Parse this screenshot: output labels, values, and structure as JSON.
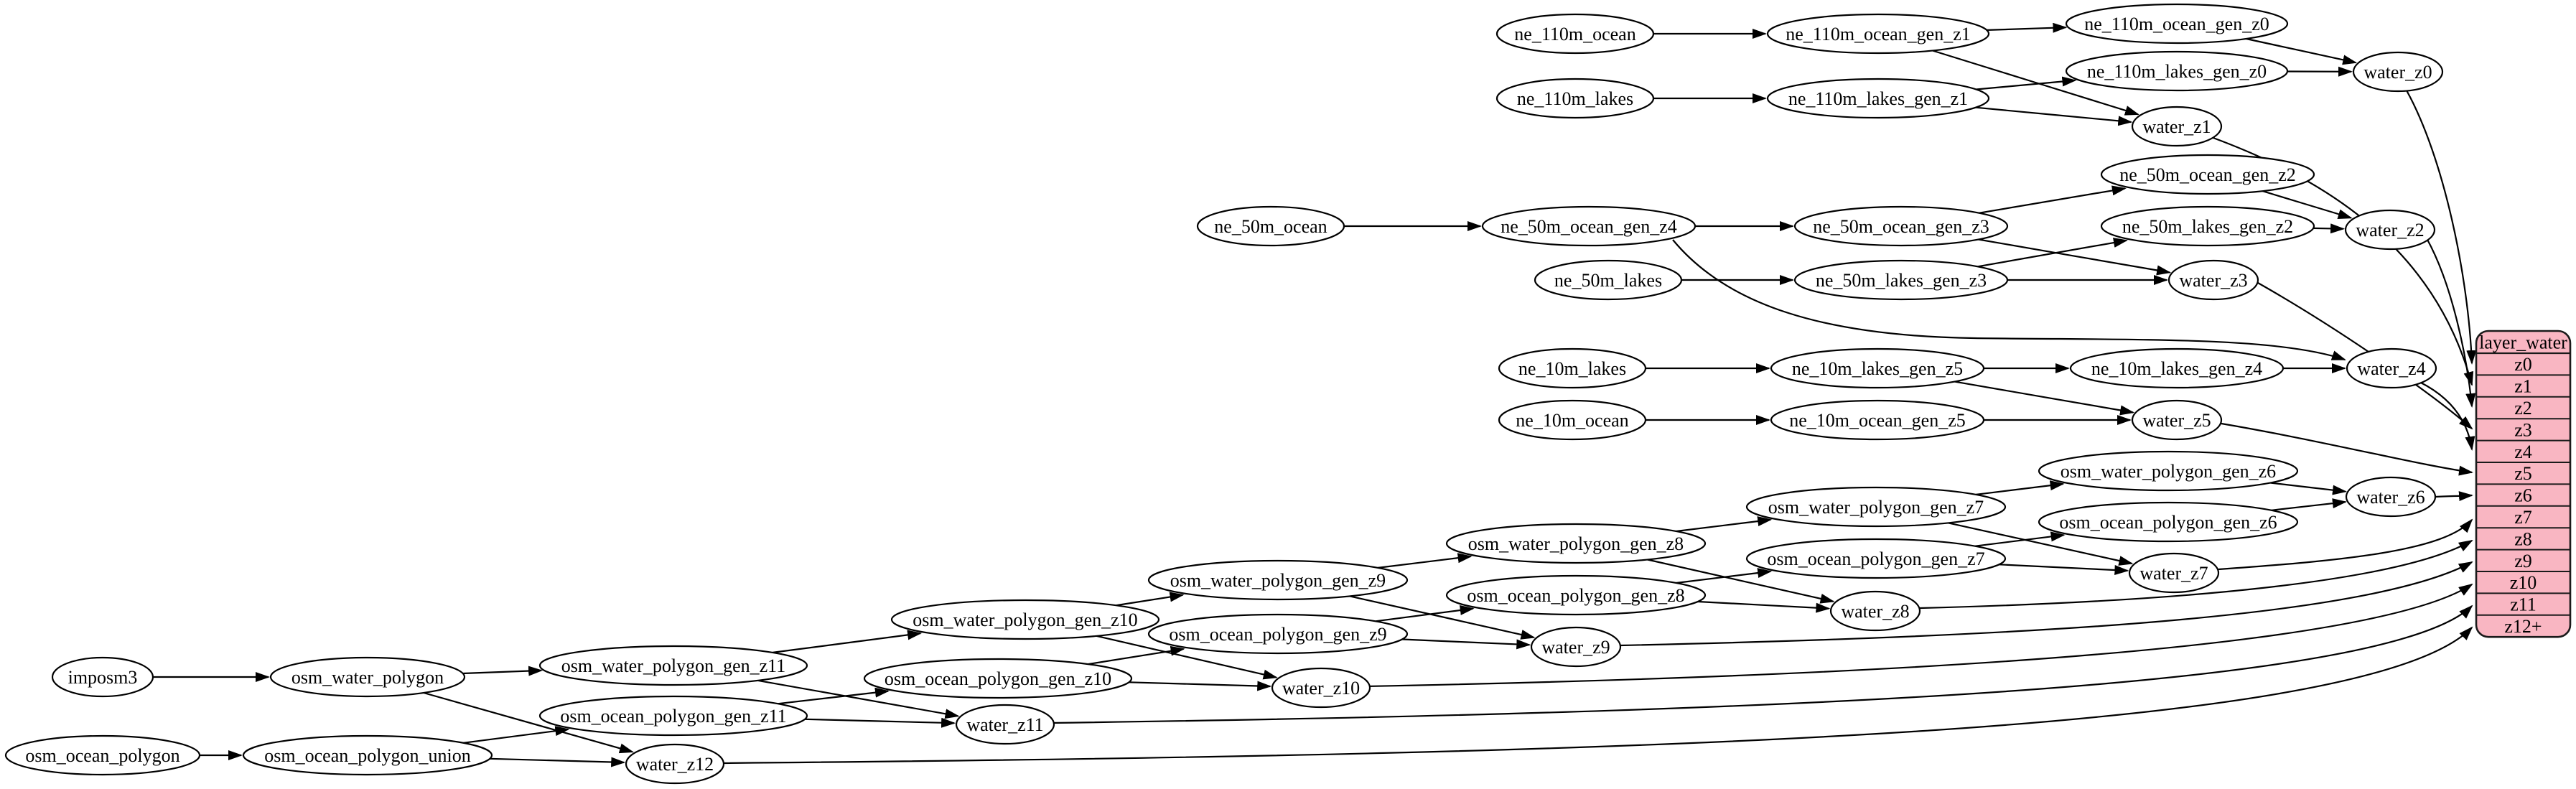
{
  "diagram": {
    "kind": "etl-dependency-graph",
    "background_color": "#ffffff",
    "node_fill_color": "#ffffff",
    "node_stroke_color": "#000000",
    "edge_color": "#000000",
    "nodes": [
      {
        "id": "ne_110m_ocean",
        "label": "ne_110m_ocean"
      },
      {
        "id": "ne_110m_ocean_gen_z1",
        "label": "ne_110m_ocean_gen_z1"
      },
      {
        "id": "ne_110m_ocean_gen_z0",
        "label": "ne_110m_ocean_gen_z0"
      },
      {
        "id": "ne_110m_lakes",
        "label": "ne_110m_lakes"
      },
      {
        "id": "ne_110m_lakes_gen_z1",
        "label": "ne_110m_lakes_gen_z1"
      },
      {
        "id": "ne_110m_lakes_gen_z0",
        "label": "ne_110m_lakes_gen_z0"
      },
      {
        "id": "water_z0",
        "label": "water_z0"
      },
      {
        "id": "water_z1",
        "label": "water_z1"
      },
      {
        "id": "ne_50m_ocean",
        "label": "ne_50m_ocean"
      },
      {
        "id": "ne_50m_ocean_gen_z4",
        "label": "ne_50m_ocean_gen_z4"
      },
      {
        "id": "ne_50m_ocean_gen_z3",
        "label": "ne_50m_ocean_gen_z3"
      },
      {
        "id": "ne_50m_ocean_gen_z2",
        "label": "ne_50m_ocean_gen_z2"
      },
      {
        "id": "ne_50m_lakes",
        "label": "ne_50m_lakes"
      },
      {
        "id": "ne_50m_lakes_gen_z3",
        "label": "ne_50m_lakes_gen_z3"
      },
      {
        "id": "ne_50m_lakes_gen_z2",
        "label": "ne_50m_lakes_gen_z2"
      },
      {
        "id": "water_z2",
        "label": "water_z2"
      },
      {
        "id": "water_z3",
        "label": "water_z3"
      },
      {
        "id": "ne_10m_lakes",
        "label": "ne_10m_lakes"
      },
      {
        "id": "ne_10m_lakes_gen_z5",
        "label": "ne_10m_lakes_gen_z5"
      },
      {
        "id": "ne_10m_lakes_gen_z4",
        "label": "ne_10m_lakes_gen_z4"
      },
      {
        "id": "water_z4",
        "label": "water_z4"
      },
      {
        "id": "ne_10m_ocean",
        "label": "ne_10m_ocean"
      },
      {
        "id": "ne_10m_ocean_gen_z5",
        "label": "ne_10m_ocean_gen_z5"
      },
      {
        "id": "water_z5",
        "label": "water_z5"
      },
      {
        "id": "osm_water_polygon_gen_z6",
        "label": "osm_water_polygon_gen_z6"
      },
      {
        "id": "water_z6",
        "label": "water_z6"
      },
      {
        "id": "osm_water_polygon_gen_z7",
        "label": "osm_water_polygon_gen_z7"
      },
      {
        "id": "osm_ocean_polygon_gen_z6",
        "label": "osm_ocean_polygon_gen_z6"
      },
      {
        "id": "osm_ocean_polygon_gen_z7",
        "label": "osm_ocean_polygon_gen_z7"
      },
      {
        "id": "water_z7",
        "label": "water_z7"
      },
      {
        "id": "osm_water_polygon_gen_z8",
        "label": "osm_water_polygon_gen_z8"
      },
      {
        "id": "osm_ocean_polygon_gen_z8",
        "label": "osm_ocean_polygon_gen_z8"
      },
      {
        "id": "water_z8",
        "label": "water_z8"
      },
      {
        "id": "osm_water_polygon_gen_z9",
        "label": "osm_water_polygon_gen_z9"
      },
      {
        "id": "osm_ocean_polygon_gen_z9",
        "label": "osm_ocean_polygon_gen_z9"
      },
      {
        "id": "water_z9",
        "label": "water_z9"
      },
      {
        "id": "osm_water_polygon_gen_z10",
        "label": "osm_water_polygon_gen_z10"
      },
      {
        "id": "osm_ocean_polygon_gen_z10",
        "label": "osm_ocean_polygon_gen_z10"
      },
      {
        "id": "water_z10",
        "label": "water_z10"
      },
      {
        "id": "osm_water_polygon_gen_z11",
        "label": "osm_water_polygon_gen_z11"
      },
      {
        "id": "osm_ocean_polygon_gen_z11",
        "label": "osm_ocean_polygon_gen_z11"
      },
      {
        "id": "water_z11",
        "label": "water_z11"
      },
      {
        "id": "water_z12",
        "label": "water_z12"
      },
      {
        "id": "imposm3",
        "label": "imposm3"
      },
      {
        "id": "osm_water_polygon",
        "label": "osm_water_polygon"
      },
      {
        "id": "osm_ocean_polygon",
        "label": "osm_ocean_polygon"
      },
      {
        "id": "osm_ocean_polygon_union",
        "label": "osm_ocean_polygon_union"
      }
    ],
    "edges": [
      {
        "from": "ne_110m_ocean",
        "to": "ne_110m_ocean_gen_z1"
      },
      {
        "from": "ne_110m_ocean_gen_z1",
        "to": "ne_110m_ocean_gen_z0"
      },
      {
        "from": "ne_110m_ocean_gen_z1",
        "to": "water_z1"
      },
      {
        "from": "ne_110m_ocean_gen_z0",
        "to": "water_z0"
      },
      {
        "from": "ne_110m_lakes",
        "to": "ne_110m_lakes_gen_z1"
      },
      {
        "from": "ne_110m_lakes_gen_z1",
        "to": "ne_110m_lakes_gen_z0"
      },
      {
        "from": "ne_110m_lakes_gen_z1",
        "to": "water_z1"
      },
      {
        "from": "ne_110m_lakes_gen_z0",
        "to": "water_z0"
      },
      {
        "from": "water_z0",
        "to": "layer_water:z0"
      },
      {
        "from": "water_z1",
        "to": "layer_water:z1"
      },
      {
        "from": "ne_50m_ocean",
        "to": "ne_50m_ocean_gen_z4"
      },
      {
        "from": "ne_50m_ocean_gen_z4",
        "to": "ne_50m_ocean_gen_z3"
      },
      {
        "from": "ne_50m_ocean_gen_z4",
        "to": "water_z4"
      },
      {
        "from": "ne_50m_ocean_gen_z3",
        "to": "ne_50m_ocean_gen_z2"
      },
      {
        "from": "ne_50m_ocean_gen_z3",
        "to": "water_z3"
      },
      {
        "from": "ne_50m_ocean_gen_z2",
        "to": "water_z2"
      },
      {
        "from": "ne_50m_lakes",
        "to": "ne_50m_lakes_gen_z3"
      },
      {
        "from": "ne_50m_lakes_gen_z3",
        "to": "ne_50m_lakes_gen_z2"
      },
      {
        "from": "ne_50m_lakes_gen_z3",
        "to": "water_z3"
      },
      {
        "from": "ne_50m_lakes_gen_z2",
        "to": "water_z2"
      },
      {
        "from": "water_z2",
        "to": "layer_water:z2"
      },
      {
        "from": "water_z3",
        "to": "layer_water:z3"
      },
      {
        "from": "ne_10m_lakes",
        "to": "ne_10m_lakes_gen_z5"
      },
      {
        "from": "ne_10m_lakes_gen_z5",
        "to": "ne_10m_lakes_gen_z4"
      },
      {
        "from": "ne_10m_lakes_gen_z5",
        "to": "water_z5"
      },
      {
        "from": "ne_10m_lakes_gen_z4",
        "to": "water_z4"
      },
      {
        "from": "ne_10m_ocean",
        "to": "ne_10m_ocean_gen_z5"
      },
      {
        "from": "ne_10m_ocean_gen_z5",
        "to": "water_z5"
      },
      {
        "from": "water_z4",
        "to": "layer_water:z4"
      },
      {
        "from": "water_z5",
        "to": "layer_water:z5"
      },
      {
        "from": "osm_water_polygon_gen_z6",
        "to": "water_z6"
      },
      {
        "from": "osm_ocean_polygon_gen_z6",
        "to": "water_z6"
      },
      {
        "from": "water_z6",
        "to": "layer_water:z6"
      },
      {
        "from": "osm_water_polygon_gen_z7",
        "to": "osm_water_polygon_gen_z6"
      },
      {
        "from": "osm_water_polygon_gen_z7",
        "to": "water_z7"
      },
      {
        "from": "osm_ocean_polygon_gen_z7",
        "to": "osm_ocean_polygon_gen_z6"
      },
      {
        "from": "osm_ocean_polygon_gen_z7",
        "to": "water_z7"
      },
      {
        "from": "water_z7",
        "to": "layer_water:z7"
      },
      {
        "from": "osm_water_polygon_gen_z8",
        "to": "osm_water_polygon_gen_z7"
      },
      {
        "from": "osm_water_polygon_gen_z8",
        "to": "water_z8"
      },
      {
        "from": "osm_ocean_polygon_gen_z8",
        "to": "osm_ocean_polygon_gen_z7"
      },
      {
        "from": "osm_ocean_polygon_gen_z8",
        "to": "water_z8"
      },
      {
        "from": "water_z8",
        "to": "layer_water:z8"
      },
      {
        "from": "osm_water_polygon_gen_z9",
        "to": "osm_water_polygon_gen_z8"
      },
      {
        "from": "osm_water_polygon_gen_z9",
        "to": "water_z9"
      },
      {
        "from": "osm_ocean_polygon_gen_z9",
        "to": "osm_ocean_polygon_gen_z8"
      },
      {
        "from": "osm_ocean_polygon_gen_z9",
        "to": "water_z9"
      },
      {
        "from": "water_z9",
        "to": "layer_water:z9"
      },
      {
        "from": "osm_water_polygon_gen_z10",
        "to": "osm_water_polygon_gen_z9"
      },
      {
        "from": "osm_water_polygon_gen_z10",
        "to": "water_z10"
      },
      {
        "from": "osm_ocean_polygon_gen_z10",
        "to": "osm_ocean_polygon_gen_z9"
      },
      {
        "from": "osm_ocean_polygon_gen_z10",
        "to": "water_z10"
      },
      {
        "from": "water_z10",
        "to": "layer_water:z10"
      },
      {
        "from": "osm_water_polygon_gen_z11",
        "to": "osm_water_polygon_gen_z10"
      },
      {
        "from": "osm_water_polygon_gen_z11",
        "to": "water_z11"
      },
      {
        "from": "osm_ocean_polygon_gen_z11",
        "to": "osm_ocean_polygon_gen_z10"
      },
      {
        "from": "osm_ocean_polygon_gen_z11",
        "to": "water_z11"
      },
      {
        "from": "water_z11",
        "to": "layer_water:z11"
      },
      {
        "from": "imposm3",
        "to": "osm_water_polygon"
      },
      {
        "from": "osm_water_polygon",
        "to": "osm_water_polygon_gen_z11"
      },
      {
        "from": "osm_water_polygon",
        "to": "water_z12"
      },
      {
        "from": "osm_ocean_polygon",
        "to": "osm_ocean_polygon_union"
      },
      {
        "from": "osm_ocean_polygon_union",
        "to": "osm_ocean_polygon_gen_z11"
      },
      {
        "from": "osm_ocean_polygon_union",
        "to": "water_z12"
      },
      {
        "from": "water_z12",
        "to": "layer_water:z12+"
      }
    ],
    "table": {
      "title": "layer_water",
      "rows": [
        "z0",
        "z1",
        "z2",
        "z3",
        "z4",
        "z5",
        "z6",
        "z7",
        "z8",
        "z9",
        "z10",
        "z11",
        "z12+"
      ],
      "fill_color": "#f9b6c2",
      "stroke_color": "#1a1a1a"
    }
  }
}
